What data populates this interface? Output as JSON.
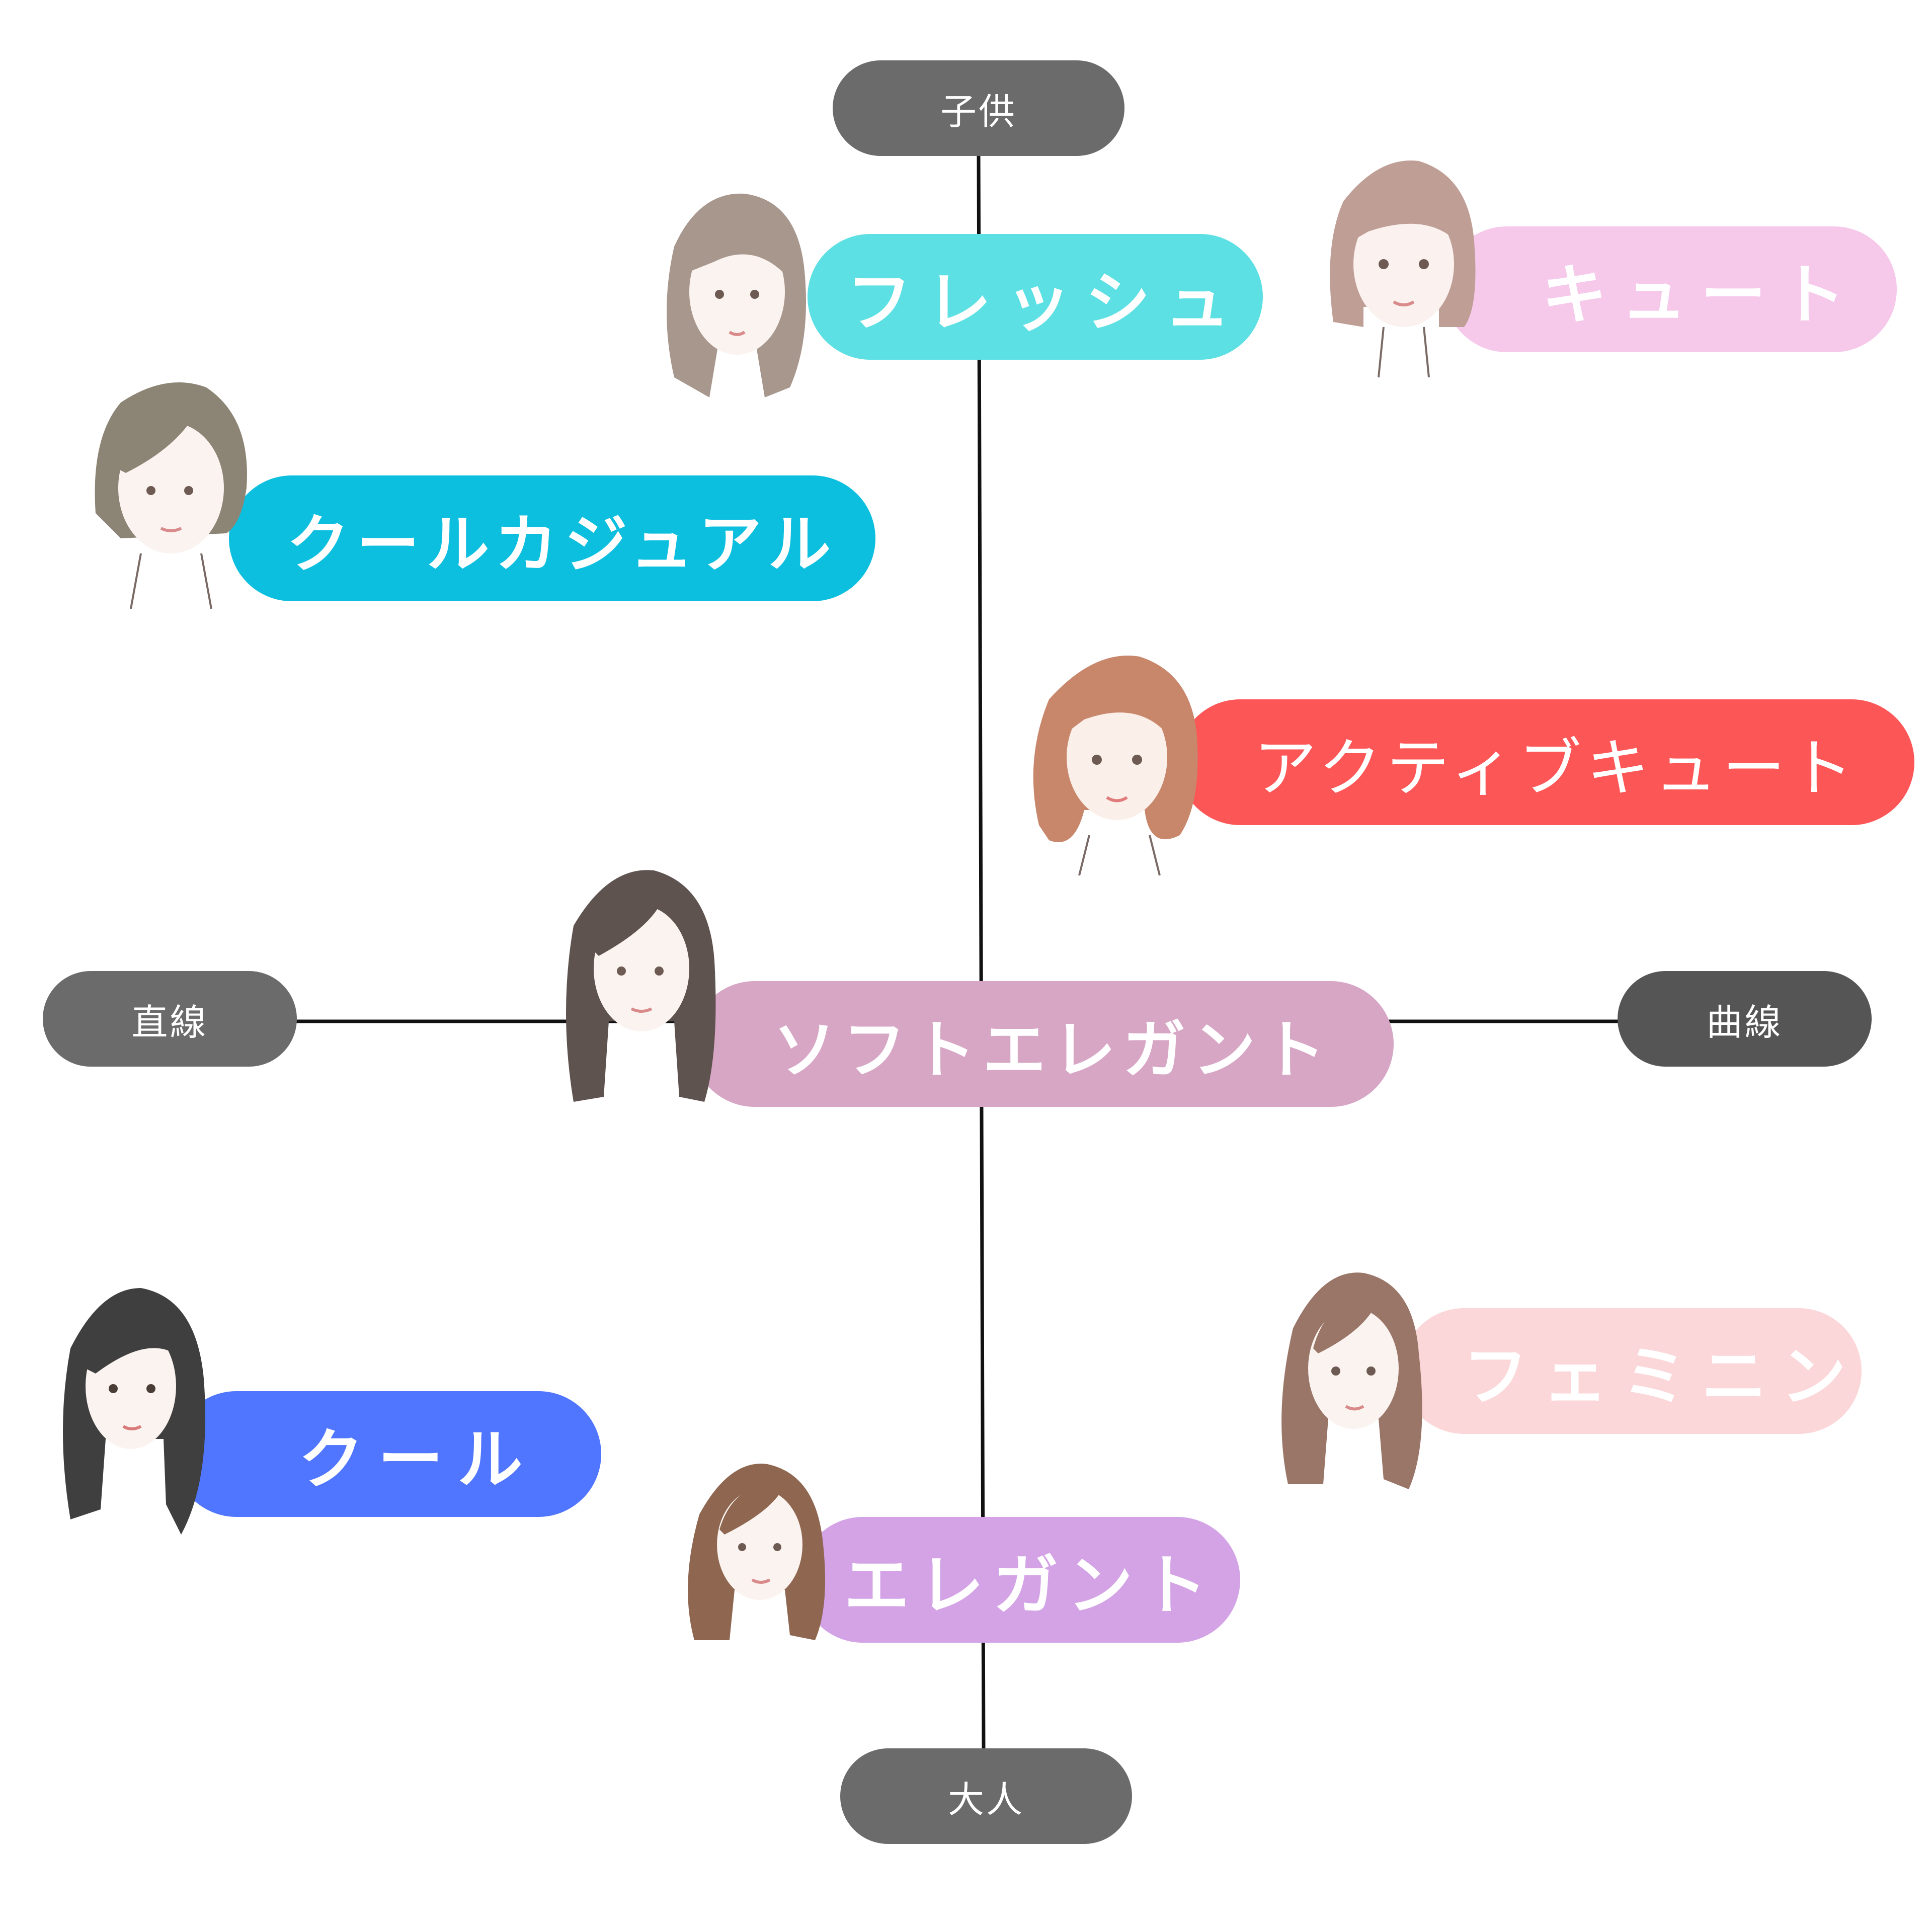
{
  "axes": {
    "top": "子供",
    "bottom": "大人",
    "left": "直線",
    "right": "曲線"
  },
  "types": [
    {
      "id": "fresh",
      "label": "フレッシュ",
      "color": "#5de0e3"
    },
    {
      "id": "cute",
      "label": "キュート",
      "color": "#f6c8ea"
    },
    {
      "id": "coolcasual",
      "label": "クールカジュアル",
      "color": "#0cbfdf"
    },
    {
      "id": "activecute",
      "label": "アクティブキュート",
      "color": "#fd5657"
    },
    {
      "id": "softelegant",
      "label": "ソフトエレガント",
      "color": "#d7a6c5"
    },
    {
      "id": "feminine",
      "label": "フェミニン",
      "color": "#fbd7d9"
    },
    {
      "id": "cool",
      "label": "クール",
      "color": "#5075fe"
    },
    {
      "id": "elegant",
      "label": "エレガント",
      "color": "#d3a3e5"
    }
  ],
  "colors": {
    "axis_pill": "#6b6b6b",
    "axis_pill_right": "#555555",
    "axis_line": "#111111"
  }
}
